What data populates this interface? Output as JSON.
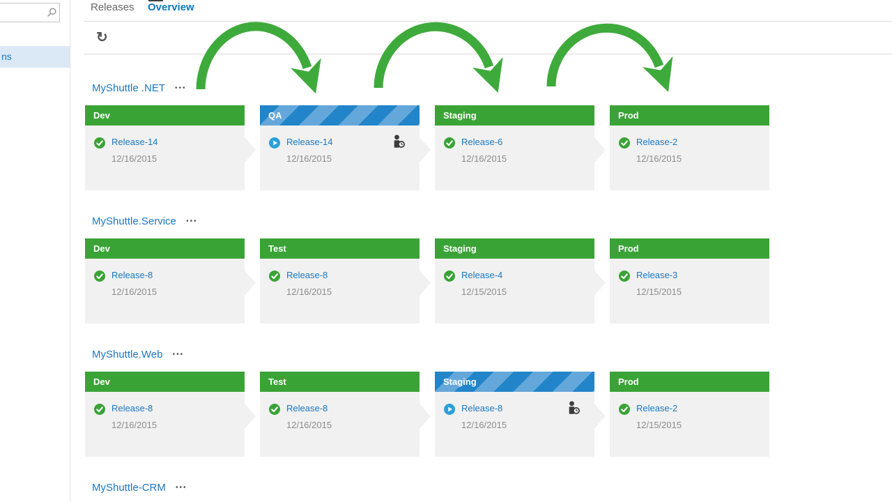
{
  "sidebar": {
    "search_value": "",
    "search_placeholder": "",
    "selected_item_label": "ns"
  },
  "tabs": {
    "releases": "Releases",
    "overview": "Overview",
    "active_tab": "Overview"
  },
  "glyphs": {
    "refresh": "↻",
    "ellipsis": "•••",
    "search": "magnifier",
    "succeeded": "check-circle",
    "in_progress": "play-circle",
    "pending_approval": "person-with-clock"
  },
  "colors": {
    "env_header_green": "#3aa336",
    "stripe_blue_dark": "#2285c9",
    "stripe_blue_light": "#64a7da",
    "link_blue": "#1a78c2",
    "active_tab_blue": "#0d77bd",
    "card_body_gray": "#f1f1f1",
    "date_gray": "#8b8b8b",
    "arrow_green": "#3faa3c",
    "play_blue": "#2ba0da",
    "check_green": "#3aa336",
    "selected_item_bg": "#dbe9f7"
  },
  "groups": [
    {
      "name": "MyShuttle .NET",
      "environments": [
        {
          "name": "Dev",
          "status": "succeeded",
          "release": "Release-14",
          "date": "12/16/2015",
          "pending_approval": false
        },
        {
          "name": "QA",
          "status": "in-progress",
          "release": "Release-14",
          "date": "12/16/2015",
          "pending_approval": true
        },
        {
          "name": "Staging",
          "status": "succeeded",
          "release": "Release-6",
          "date": "12/16/2015",
          "pending_approval": false
        },
        {
          "name": "Prod",
          "status": "succeeded",
          "release": "Release-2",
          "date": "12/16/2015",
          "pending_approval": false
        }
      ]
    },
    {
      "name": "MyShuttle.Service",
      "environments": [
        {
          "name": "Dev",
          "status": "succeeded",
          "release": "Release-8",
          "date": "12/16/2015",
          "pending_approval": false
        },
        {
          "name": "Test",
          "status": "succeeded",
          "release": "Release-8",
          "date": "12/16/2015",
          "pending_approval": false
        },
        {
          "name": "Staging",
          "status": "succeeded",
          "release": "Release-4",
          "date": "12/15/2015",
          "pending_approval": false
        },
        {
          "name": "Prod",
          "status": "succeeded",
          "release": "Release-3",
          "date": "12/15/2015",
          "pending_approval": false
        }
      ]
    },
    {
      "name": "MyShuttle.Web",
      "environments": [
        {
          "name": "Dev",
          "status": "succeeded",
          "release": "Release-8",
          "date": "12/16/2015",
          "pending_approval": false
        },
        {
          "name": "Test",
          "status": "succeeded",
          "release": "Release-8",
          "date": "12/16/2015",
          "pending_approval": false
        },
        {
          "name": "Staging",
          "status": "in-progress",
          "release": "Release-8",
          "date": "12/16/2015",
          "pending_approval": true
        },
        {
          "name": "Prod",
          "status": "succeeded",
          "release": "Release-2",
          "date": "12/15/2015",
          "pending_approval": false
        }
      ]
    },
    {
      "name": "MyShuttle-CRM",
      "environments": []
    }
  ]
}
